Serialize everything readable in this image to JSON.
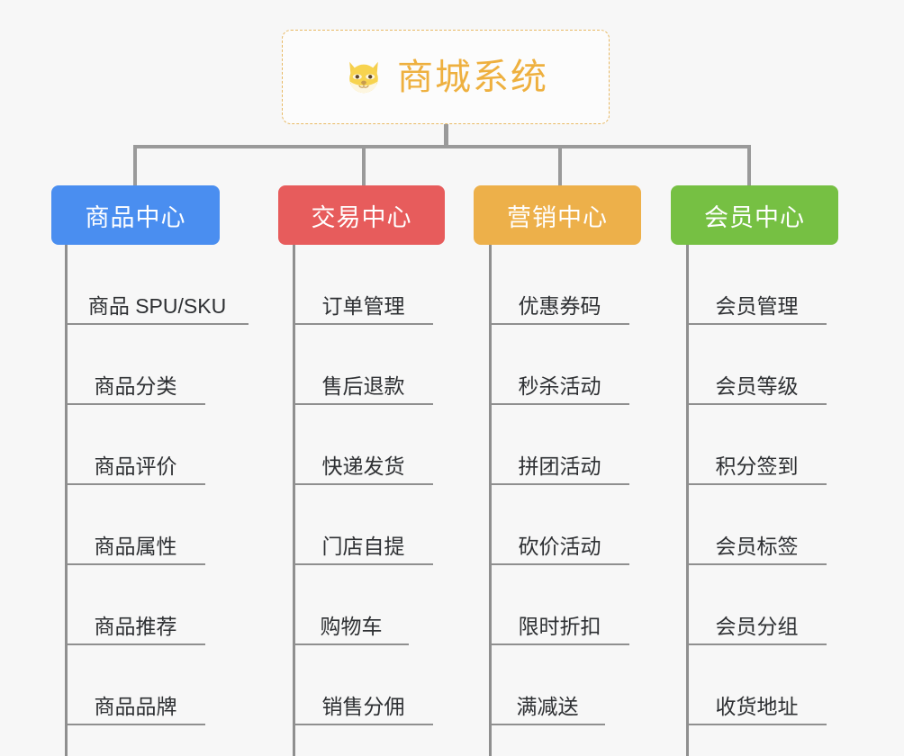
{
  "root": {
    "title": "商城系统",
    "icon": "dog-face-emoji",
    "border_color": "#e8b964",
    "text_color": "#eeb03f"
  },
  "connector_color": "#9a9a9a",
  "background_color": "#f7f7f7",
  "columns": [
    {
      "id": "product-center",
      "label": "商品中心",
      "color": "#4a8ef0",
      "items": [
        "商品 SPU/SKU",
        "商品分类",
        "商品评价",
        "商品属性",
        "商品推荐",
        "商品品牌"
      ]
    },
    {
      "id": "trade-center",
      "label": "交易中心",
      "color": "#e75c5c",
      "items": [
        "订单管理",
        "售后退款",
        "快递发货",
        "门店自提",
        "购物车",
        "销售分佣"
      ]
    },
    {
      "id": "marketing-center",
      "label": "营销中心",
      "color": "#edb04a",
      "items": [
        "优惠券码",
        "秒杀活动",
        "拼团活动",
        "砍价活动",
        "限时折扣",
        "满减送"
      ]
    },
    {
      "id": "member-center",
      "label": "会员中心",
      "color": "#76c043",
      "items": [
        "会员管理",
        "会员等级",
        "积分签到",
        "会员标签",
        "会员分组",
        "收货地址"
      ]
    }
  ]
}
